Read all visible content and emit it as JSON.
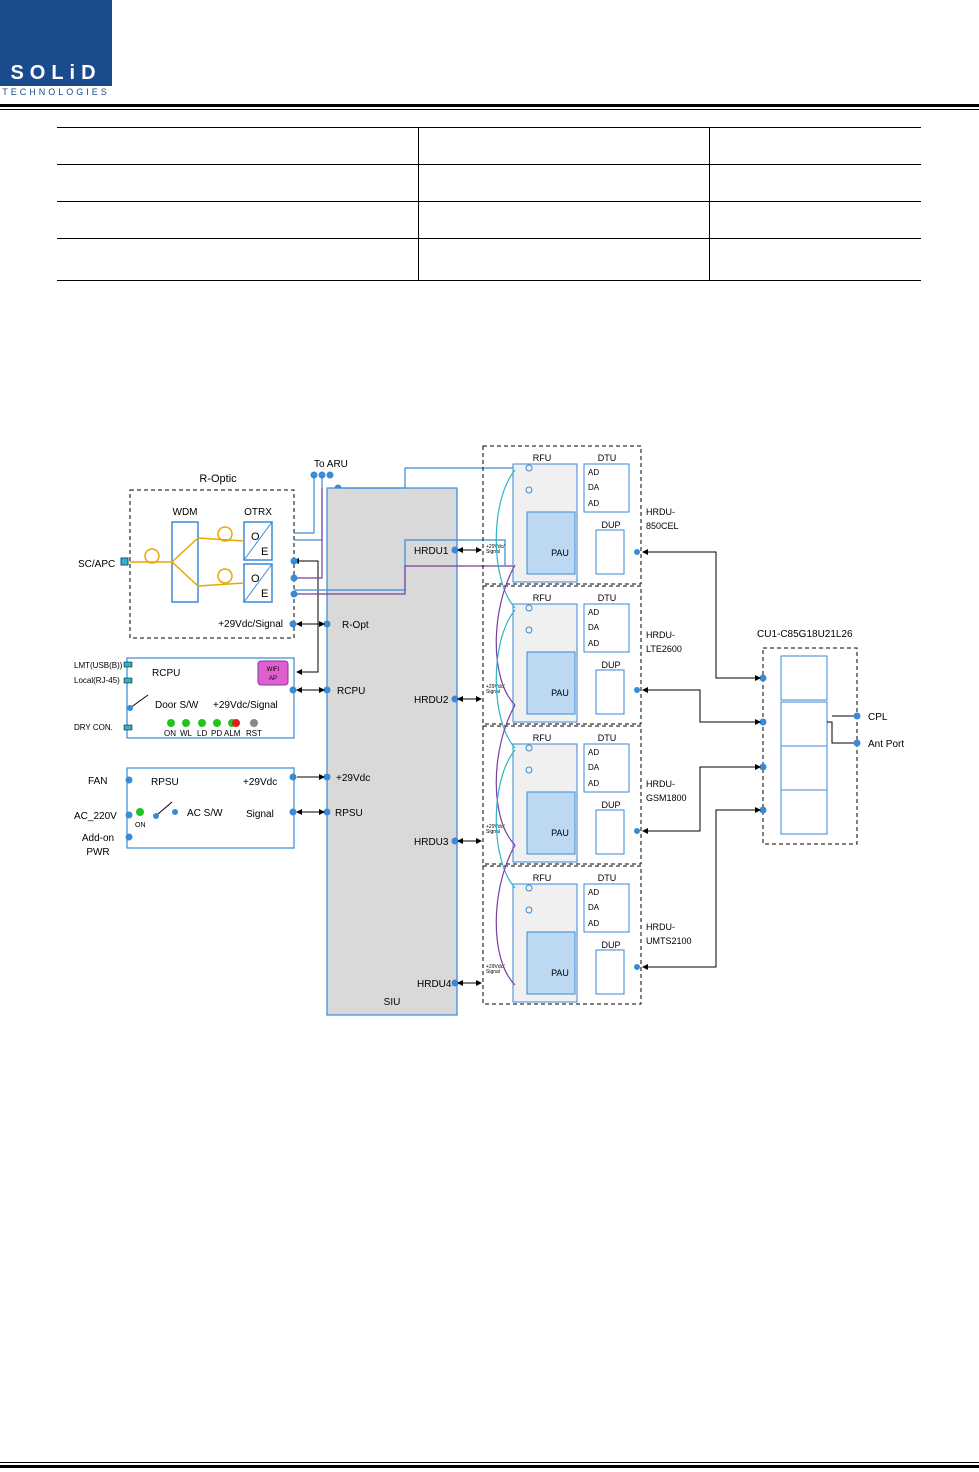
{
  "header": {
    "logo_word": "SOLiD",
    "logo_sub": "TECHNOLOGIES"
  },
  "diagram": {
    "r_optic": {
      "title": "R-Optic",
      "wdm": "WDM",
      "otrx": "OTRX",
      "o1": "O",
      "e1": "E",
      "o2": "O",
      "e2": "E",
      "sc_apc": "SC/APC",
      "power": "+29Vdc/Signal"
    },
    "to_aru": "To ARU",
    "rcpu": {
      "title": "RCPU",
      "lmt": "LMT(USB(B))",
      "local": "Local(RJ-45)",
      "door": "Door S/W",
      "power": "+29Vdc/Signal",
      "dry": "DRY CON.",
      "wifi1": "WIFI",
      "wifi2": "AP",
      "leds": [
        "ON",
        "WL",
        "LD",
        "PD",
        "ALM",
        "RST"
      ]
    },
    "rpsu": {
      "title": "RPSU",
      "fan": "FAN",
      "ac": "AC_220V",
      "on": "ON",
      "acsw": "AC S/W",
      "addon1": "Add-on",
      "addon2": "PWR",
      "v29": "+29Vdc",
      "signal": "Signal"
    },
    "siu": {
      "title": "SIU",
      "r_opt": "R-Opt",
      "rcpu": "RCPU",
      "v29": "+29Vdc",
      "rpsu": "RPSU"
    },
    "hrdu_ports": [
      "HRDU1",
      "HRDU2",
      "HRDU3",
      "HRDU4"
    ],
    "small_label1": "+29Vdc/",
    "small_label2": "Signal",
    "module": {
      "rfu": "RFU",
      "dtu": "DTU",
      "ad": "AD",
      "da": "DA",
      "dup": "DUP",
      "pau": "PAU"
    },
    "hrdu_names": [
      [
        "HRDU-",
        "850CEL"
      ],
      [
        "HRDU-",
        "LTE2600"
      ],
      [
        "HRDU-",
        "GSM1800"
      ],
      [
        "HRDU-",
        "UMTS2100"
      ]
    ],
    "combiner": {
      "title": "CU1-C85G18U21L26",
      "cpl": "CPL",
      "ant": "Ant Port"
    }
  },
  "colors": {
    "brand": "#1a4b8c",
    "blue_line": "#3a8ad6",
    "cyan_line": "#2fb3c8",
    "purple_line": "#7a3ea0",
    "yellow_line": "#e8a800",
    "siu_fill": "#d9d9d9",
    "pau_fill": "#bcd8f2",
    "wifi_fill": "#e05fd0",
    "led_green": "#22c322",
    "led_red": "#e02020",
    "led_gray": "#888888"
  }
}
